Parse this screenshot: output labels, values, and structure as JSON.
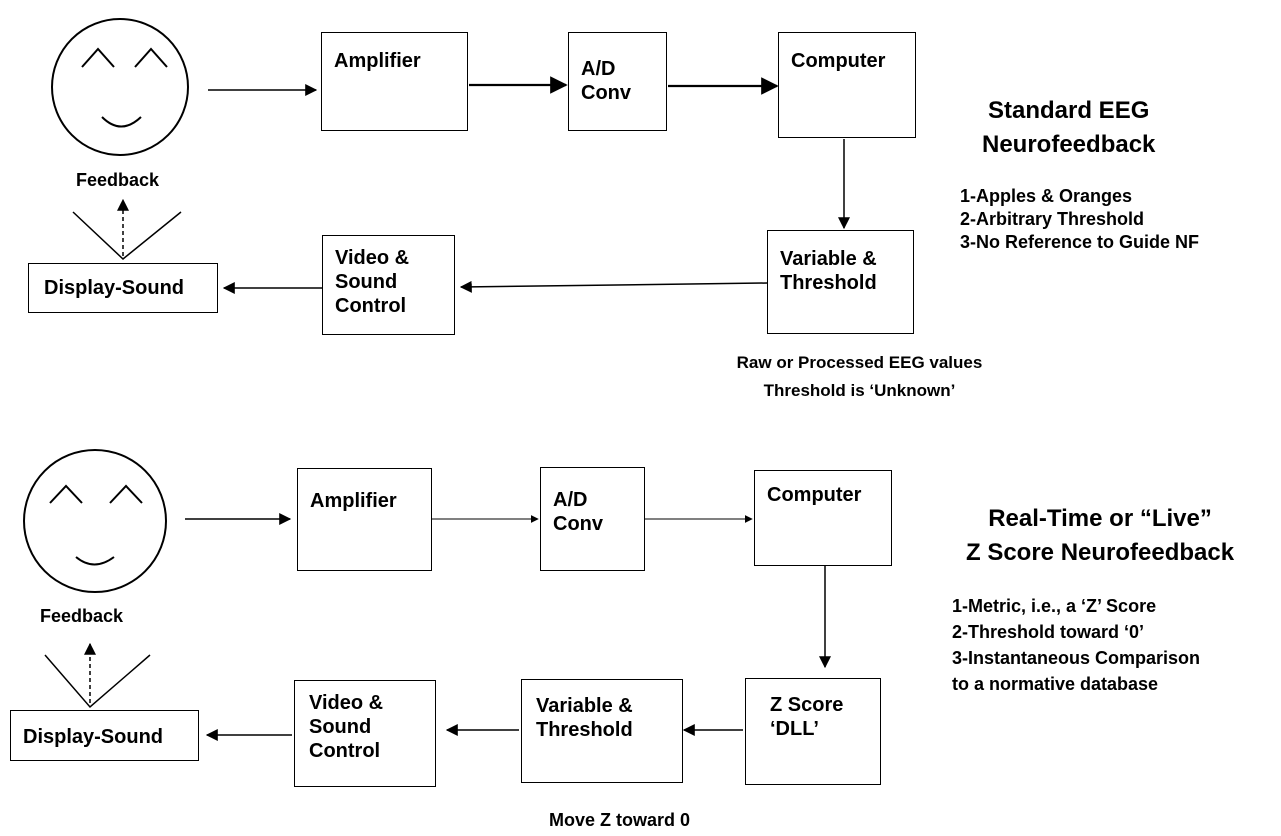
{
  "top": {
    "heading": "Standard EEG\nNeurofeedback",
    "points": "1-Apples & Oranges\n2-Arbitrary Threshold\n3-No Reference to Guide NF",
    "feedback": "Feedback",
    "boxes": {
      "amplifier": "Amplifier",
      "ad_conv": "A/D\nConv",
      "computer": "Computer",
      "variable_threshold": "Variable &\nThreshold",
      "video_sound": "Video &\nSound\nControl",
      "display_sound": "Display-Sound"
    },
    "note": "Raw or Processed EEG values\nThreshold is ‘Unknown’"
  },
  "bottom": {
    "heading": "Real-Time or “Live”\nZ Score Neurofeedback",
    "points": "1-Metric, i.e., a ‘Z’ Score\n2-Threshold toward ‘0’\n3-Instantaneous Comparison\n   to a normative database",
    "feedback": "Feedback",
    "boxes": {
      "amplifier": "Amplifier",
      "ad_conv": "A/D\nConv",
      "computer": "Computer",
      "zscore": "Z Score\n‘DLL’",
      "variable_threshold": "Variable &\nThreshold",
      "video_sound": "Video &\nSound\nControl",
      "display_sound": "Display-Sound"
    },
    "note": "Move Z toward 0"
  }
}
